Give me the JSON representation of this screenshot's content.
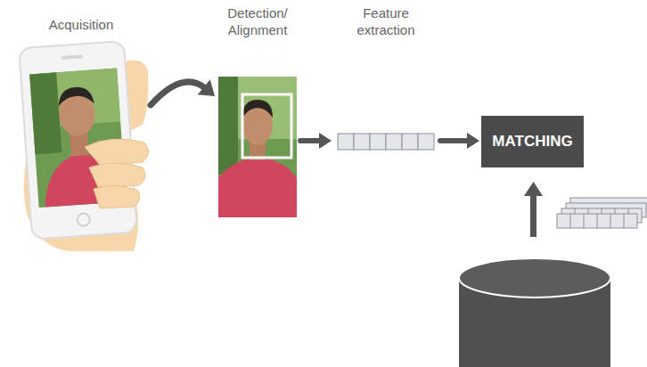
{
  "diagram": {
    "nodes": [
      {
        "text": [
          "Acquisition"
        ]
      },
      {
        "text": [
          "Detection/ Alignment"
        ]
      },
      {
        "text": [
          "Feature extraction"
        ]
      },
      {
        "text": [
          "MATCHING"
        ]
      }
    ],
    "edges": [
      {
        "from": 0,
        "to": 1,
        "arrow": "to"
      },
      {
        "from": 1,
        "to": 2,
        "arrow": "to"
      },
      {
        "from": 2,
        "to": 3,
        "arrow": "to"
      }
    ]
  }
}
